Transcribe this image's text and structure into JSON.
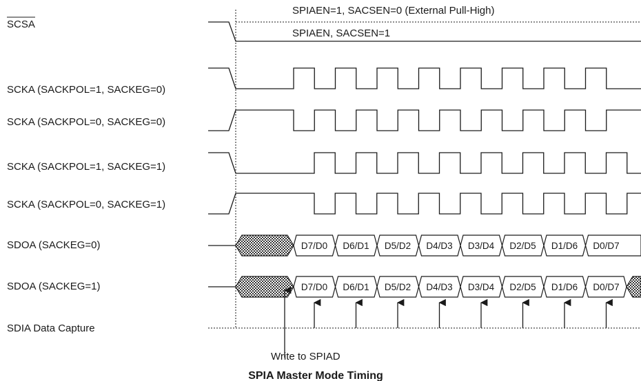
{
  "signals": {
    "scsa": "SCSA",
    "scka_pol1_eg0": "SCKA (SACKPOL=1, SACKEG=0)",
    "scka_pol0_eg0": "SCKA (SACKPOL=0, SACKEG=0)",
    "scka_pol1_eg1": "SCKA (SACKPOL=1, SACKEG=1)",
    "scka_pol0_eg1": "SCKA (SACKPOL=0, SACKEG=1)",
    "sdoa_eg0": "SDOA (SACKEG=0)",
    "sdoa_eg1": "SDOA (SACKEG=1)",
    "sdia": "SDIA Data Capture"
  },
  "scsa_notes": {
    "pull_high": "SPIAEN=1, SACSEN=0 (External Pull-High)",
    "enabled": "SPIAEN, SACSEN=1"
  },
  "data_cells": [
    "D7/D0",
    "D6/D1",
    "D5/D2",
    "D4/D3",
    "D3/D4",
    "D2/D5",
    "D1/D6",
    "D0/D7"
  ],
  "write_note": "Write to SPIAD",
  "title": "SPIA Master Mode Timing"
}
